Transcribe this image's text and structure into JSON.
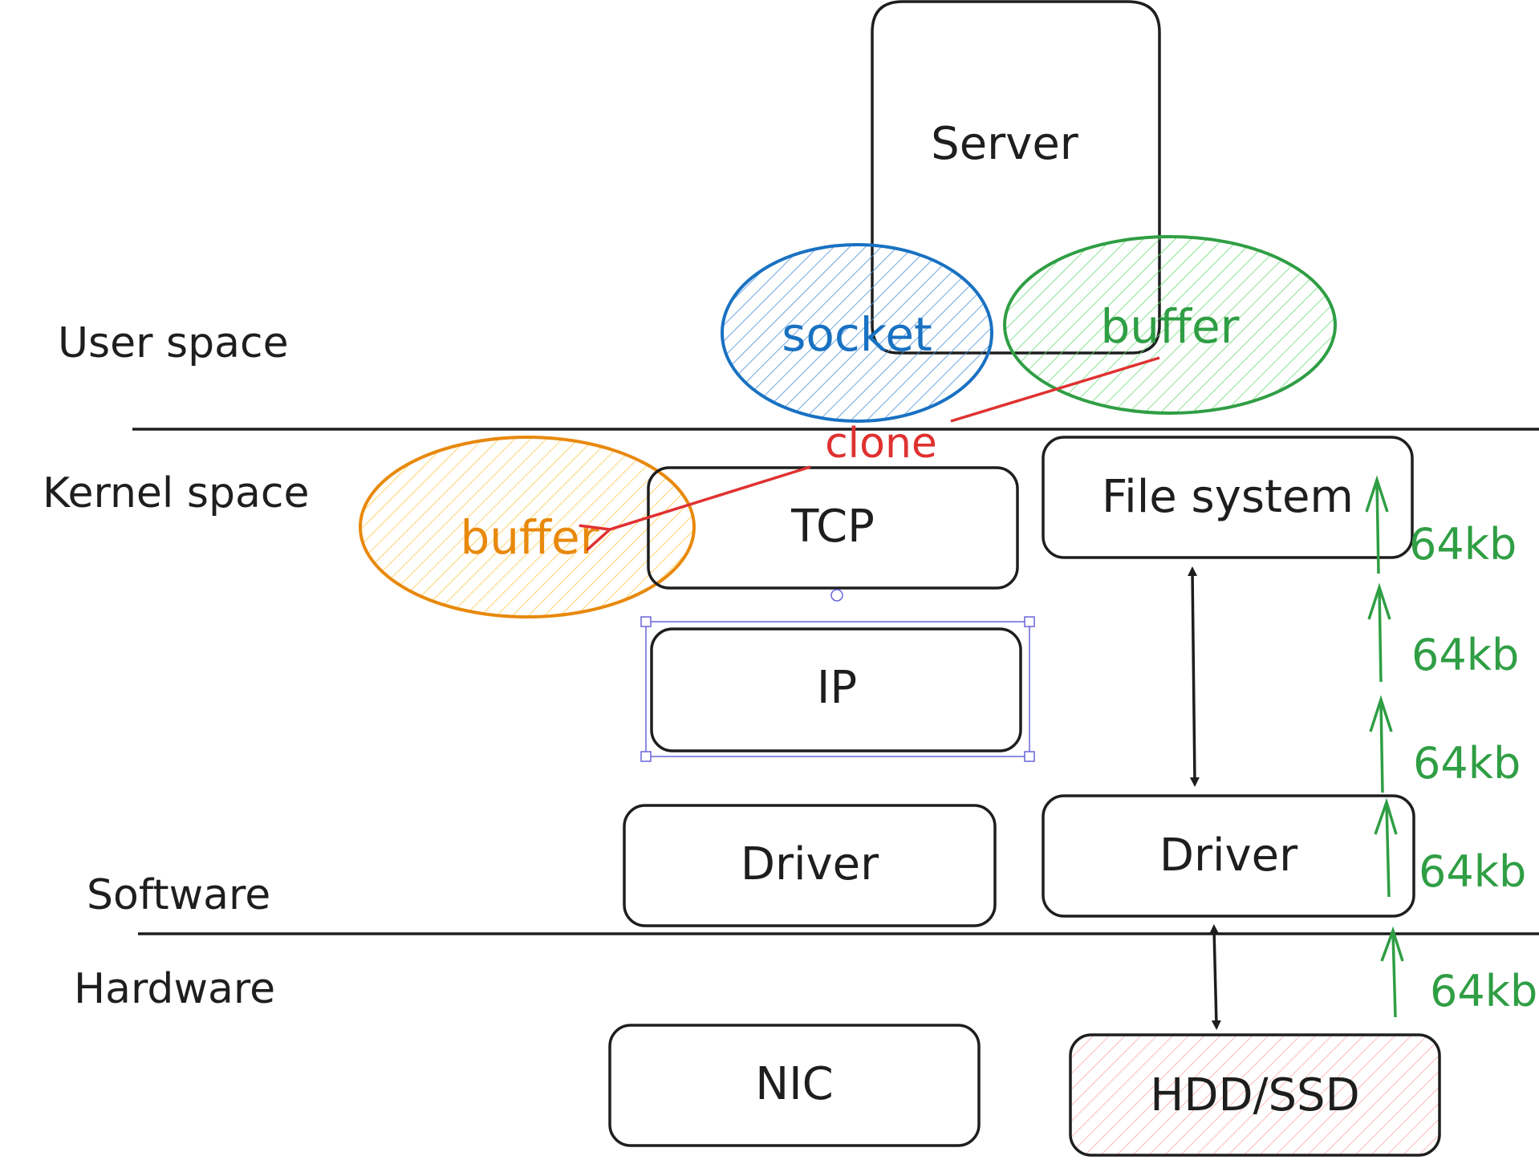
{
  "layers": {
    "user_space": "User space",
    "kernel_space": "Kernel space",
    "software": "Software",
    "hardware": "Hardware"
  },
  "nodes": {
    "server": "Server",
    "socket": "socket",
    "user_buffer": "buffer",
    "clone": "clone",
    "kernel_buffer": "buffer",
    "tcp": "TCP",
    "ip": "IP",
    "net_driver": "Driver",
    "nic": "NIC",
    "file_system": "File system",
    "disk_driver": "Driver",
    "disk": "HDD/SSD"
  },
  "chunks": [
    "64kb",
    "64kb",
    "64kb",
    "64kb",
    "64kb"
  ],
  "colors": {
    "ink": "#1e1e1e",
    "blue": "#1971c2",
    "green": "#2f9e44",
    "orange": "#e8890c",
    "red": "#e03131",
    "selection": "#6965db"
  }
}
